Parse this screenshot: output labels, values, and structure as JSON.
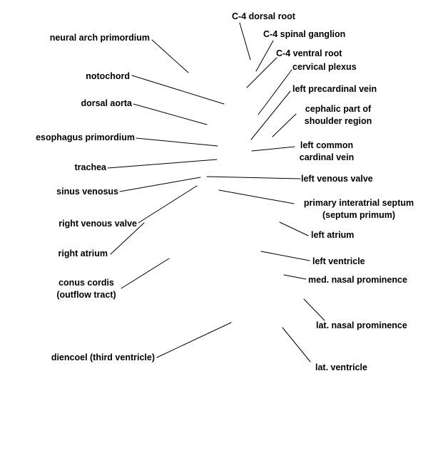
{
  "labels_left": [
    {
      "id": "neural-arch-primordium",
      "text": "neural arch primordium"
    },
    {
      "id": "notochord",
      "text": "notochord"
    },
    {
      "id": "dorsal-aorta",
      "text": "dorsal aorta"
    },
    {
      "id": "esophagus-primordium",
      "text": "esophagus primordium"
    },
    {
      "id": "trachea",
      "text": "trachea"
    },
    {
      "id": "sinus-venosus",
      "text": "sinus venosus"
    },
    {
      "id": "right-venous-valve",
      "text": "right venous valve"
    },
    {
      "id": "right-atrium",
      "text": "right atrium"
    },
    {
      "id": "conus-cordis",
      "text": "conus cordis\n(outflow tract)"
    },
    {
      "id": "diencoel",
      "text": "diencoel (third ventricle)"
    }
  ],
  "labels_right": [
    {
      "id": "c4-dorsal-root",
      "text": "C-4 dorsal root"
    },
    {
      "id": "c4-spinal-ganglion",
      "text": "C-4 spinal ganglion"
    },
    {
      "id": "c4-ventral-root",
      "text": "C-4 ventral root"
    },
    {
      "id": "cervical-plexus",
      "text": "cervical plexus"
    },
    {
      "id": "left-precardinal-vein",
      "text": "left precardinal vein"
    },
    {
      "id": "cephalic-part-shoulder",
      "text": "cephalic part of\nshoulder region"
    },
    {
      "id": "left-common-cardinal-vein",
      "text": "left common\ncardinal vein"
    },
    {
      "id": "left-venous-valve",
      "text": "left venous valve"
    },
    {
      "id": "primary-interatrial-septum",
      "text": "primary interatrial septum\n(septum primum)"
    },
    {
      "id": "left-atrium",
      "text": "left atrium"
    },
    {
      "id": "left-ventricle",
      "text": "left ventricle"
    },
    {
      "id": "med-nasal-prominence",
      "text": "med. nasal prominence"
    },
    {
      "id": "lat-nasal-prominence",
      "text": "lat. nasal prominence"
    },
    {
      "id": "lat-ventricle",
      "text": "lat. ventricle"
    }
  ]
}
